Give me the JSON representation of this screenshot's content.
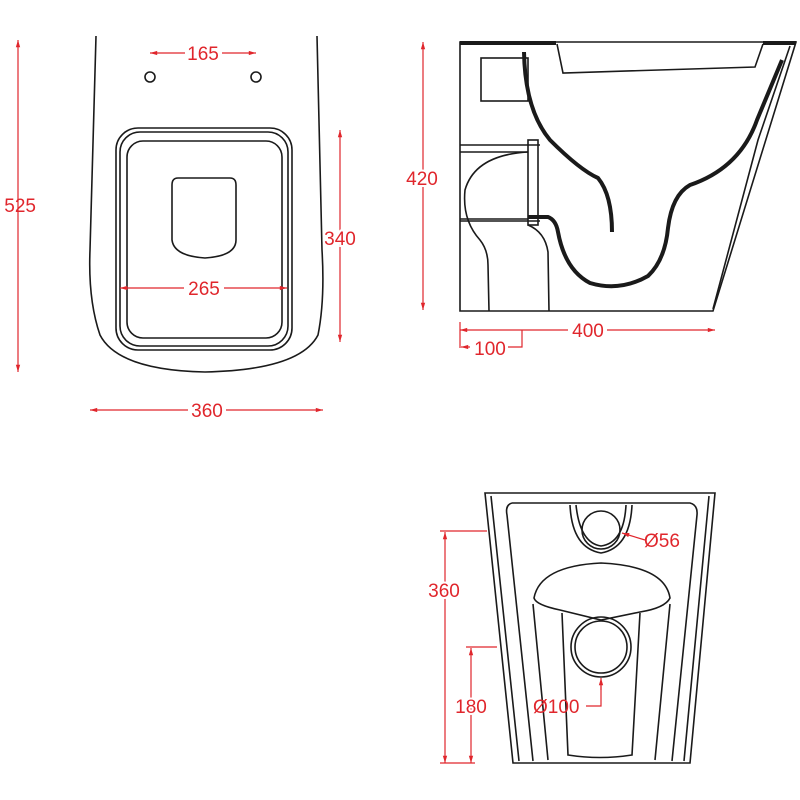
{
  "colors": {
    "dimension": "#e0262c",
    "outline": "#1a1a1a"
  },
  "top_view": {
    "overall_length": "525",
    "hole_spacing": "165",
    "seat_length": "340",
    "seat_width": "265",
    "overall_width": "360"
  },
  "side_view": {
    "height": "420",
    "depth": "400",
    "outlet_offset": "100"
  },
  "rear_view": {
    "inlet_diameter": "Ø56",
    "outlet_diameter": "Ø100",
    "inlet_height": "360",
    "outlet_height": "180"
  }
}
